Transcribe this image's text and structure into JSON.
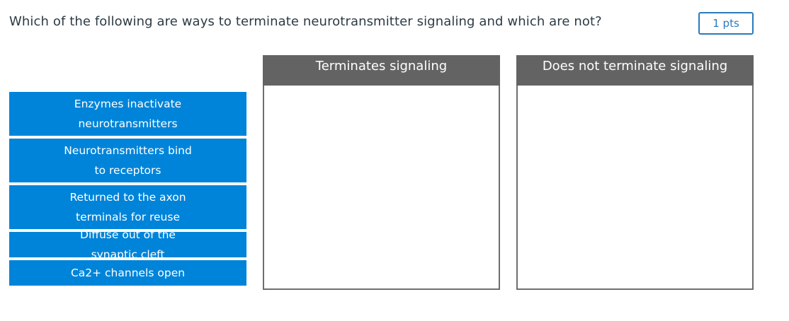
{
  "question": {
    "text": "Which of the following are ways to terminate neurotransmitter signaling and which are not?",
    "points_label": "1 pts"
  },
  "options": [
    {
      "label": "Enzymes inactivate neurotransmitters"
    },
    {
      "label": "Neurotransmitters bind to receptors"
    },
    {
      "label": "Returned to the axon terminals for reuse"
    },
    {
      "label": "Diffuse out of the synaptic cleft"
    },
    {
      "label": "Ca2+ channels open"
    }
  ],
  "buckets": {
    "terminates": {
      "title": "Terminates signaling"
    },
    "does_not": {
      "title": "Does not terminate signaling"
    }
  },
  "colors": {
    "option_bg": "#0084d9",
    "bucket_header_bg": "#636363",
    "points_accent": "#2b7abc"
  }
}
